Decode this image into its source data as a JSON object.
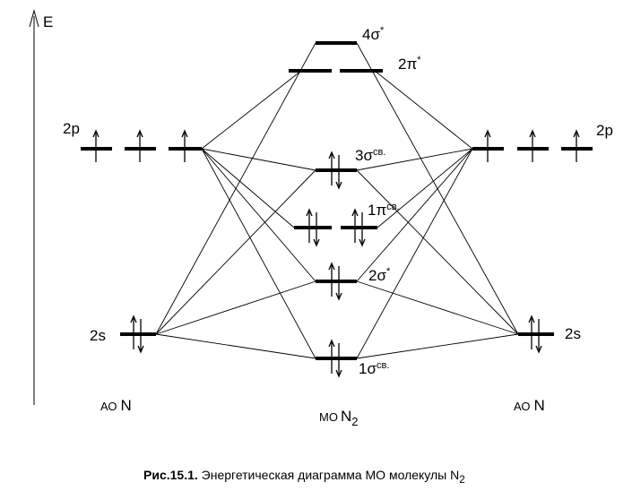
{
  "axis": {
    "label": "E"
  },
  "ao_left": {
    "p_label": "2p",
    "s_label": "2s",
    "title_prefix": "АО",
    "title_atom": "N"
  },
  "ao_right": {
    "p_label": "2p",
    "s_label": "2s",
    "title_prefix": "АО",
    "title_atom": "N"
  },
  "mo": {
    "title_prefix": "МО",
    "title_molecule": "N",
    "title_subscript": "2",
    "levels": [
      {
        "label_num": "4",
        "label_sym": "σ",
        "label_sup": "*"
      },
      {
        "label_num": "2",
        "label_sym": "π",
        "label_sup": "*"
      },
      {
        "label_num": "3",
        "label_sym": "σ",
        "label_sup": "св."
      },
      {
        "label_num": "1",
        "label_sym": "π",
        "label_sup": "св."
      },
      {
        "label_num": "2",
        "label_sym": "σ",
        "label_sup": "*"
      },
      {
        "label_num": "1",
        "label_sym": "σ",
        "label_sup": "св."
      }
    ]
  },
  "caption": {
    "prefix": "Рис.15.1.",
    "text": "Энергетическая диаграмма МО  молекулы N",
    "subscript": "2"
  }
}
